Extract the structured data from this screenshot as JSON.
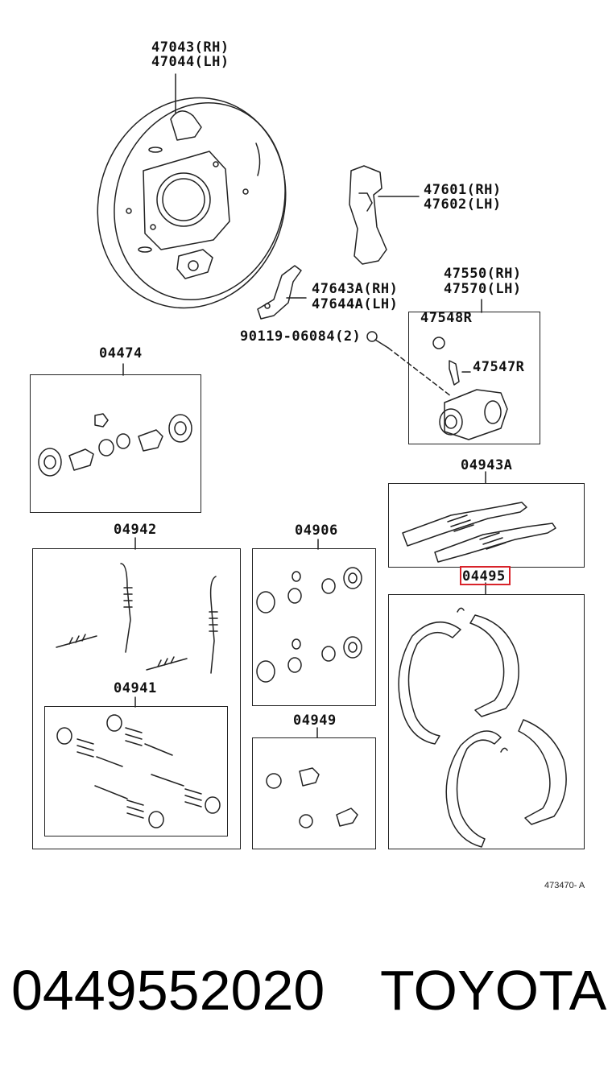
{
  "labels": {
    "backing_plate_rh": "47043(RH)",
    "backing_plate_lh": "47044(LH)",
    "lever_rh": "47601(RH)",
    "lever_lh": "47602(LH)",
    "cylinder_rh": "47550(RH)",
    "cylinder_lh": "47570(LH)",
    "strut_rh": "47643A(RH)",
    "strut_lh": "47644A(LH)",
    "bolt": "90119-06084(2)",
    "bleeder_cap": "47548R",
    "bleeder_plug": "47547R",
    "kit_04474": "04474",
    "kit_04943A": "04943A",
    "kit_04942": "04942",
    "kit_04906": "04906",
    "kit_04495": "04495",
    "kit_04941": "04941",
    "kit_04949": "04949"
  },
  "figure_ref": "473470- A",
  "part_number": "0449552020",
  "brand": "TOYOTA",
  "colors": {
    "highlight": "#d8232a",
    "line": "#222222"
  }
}
